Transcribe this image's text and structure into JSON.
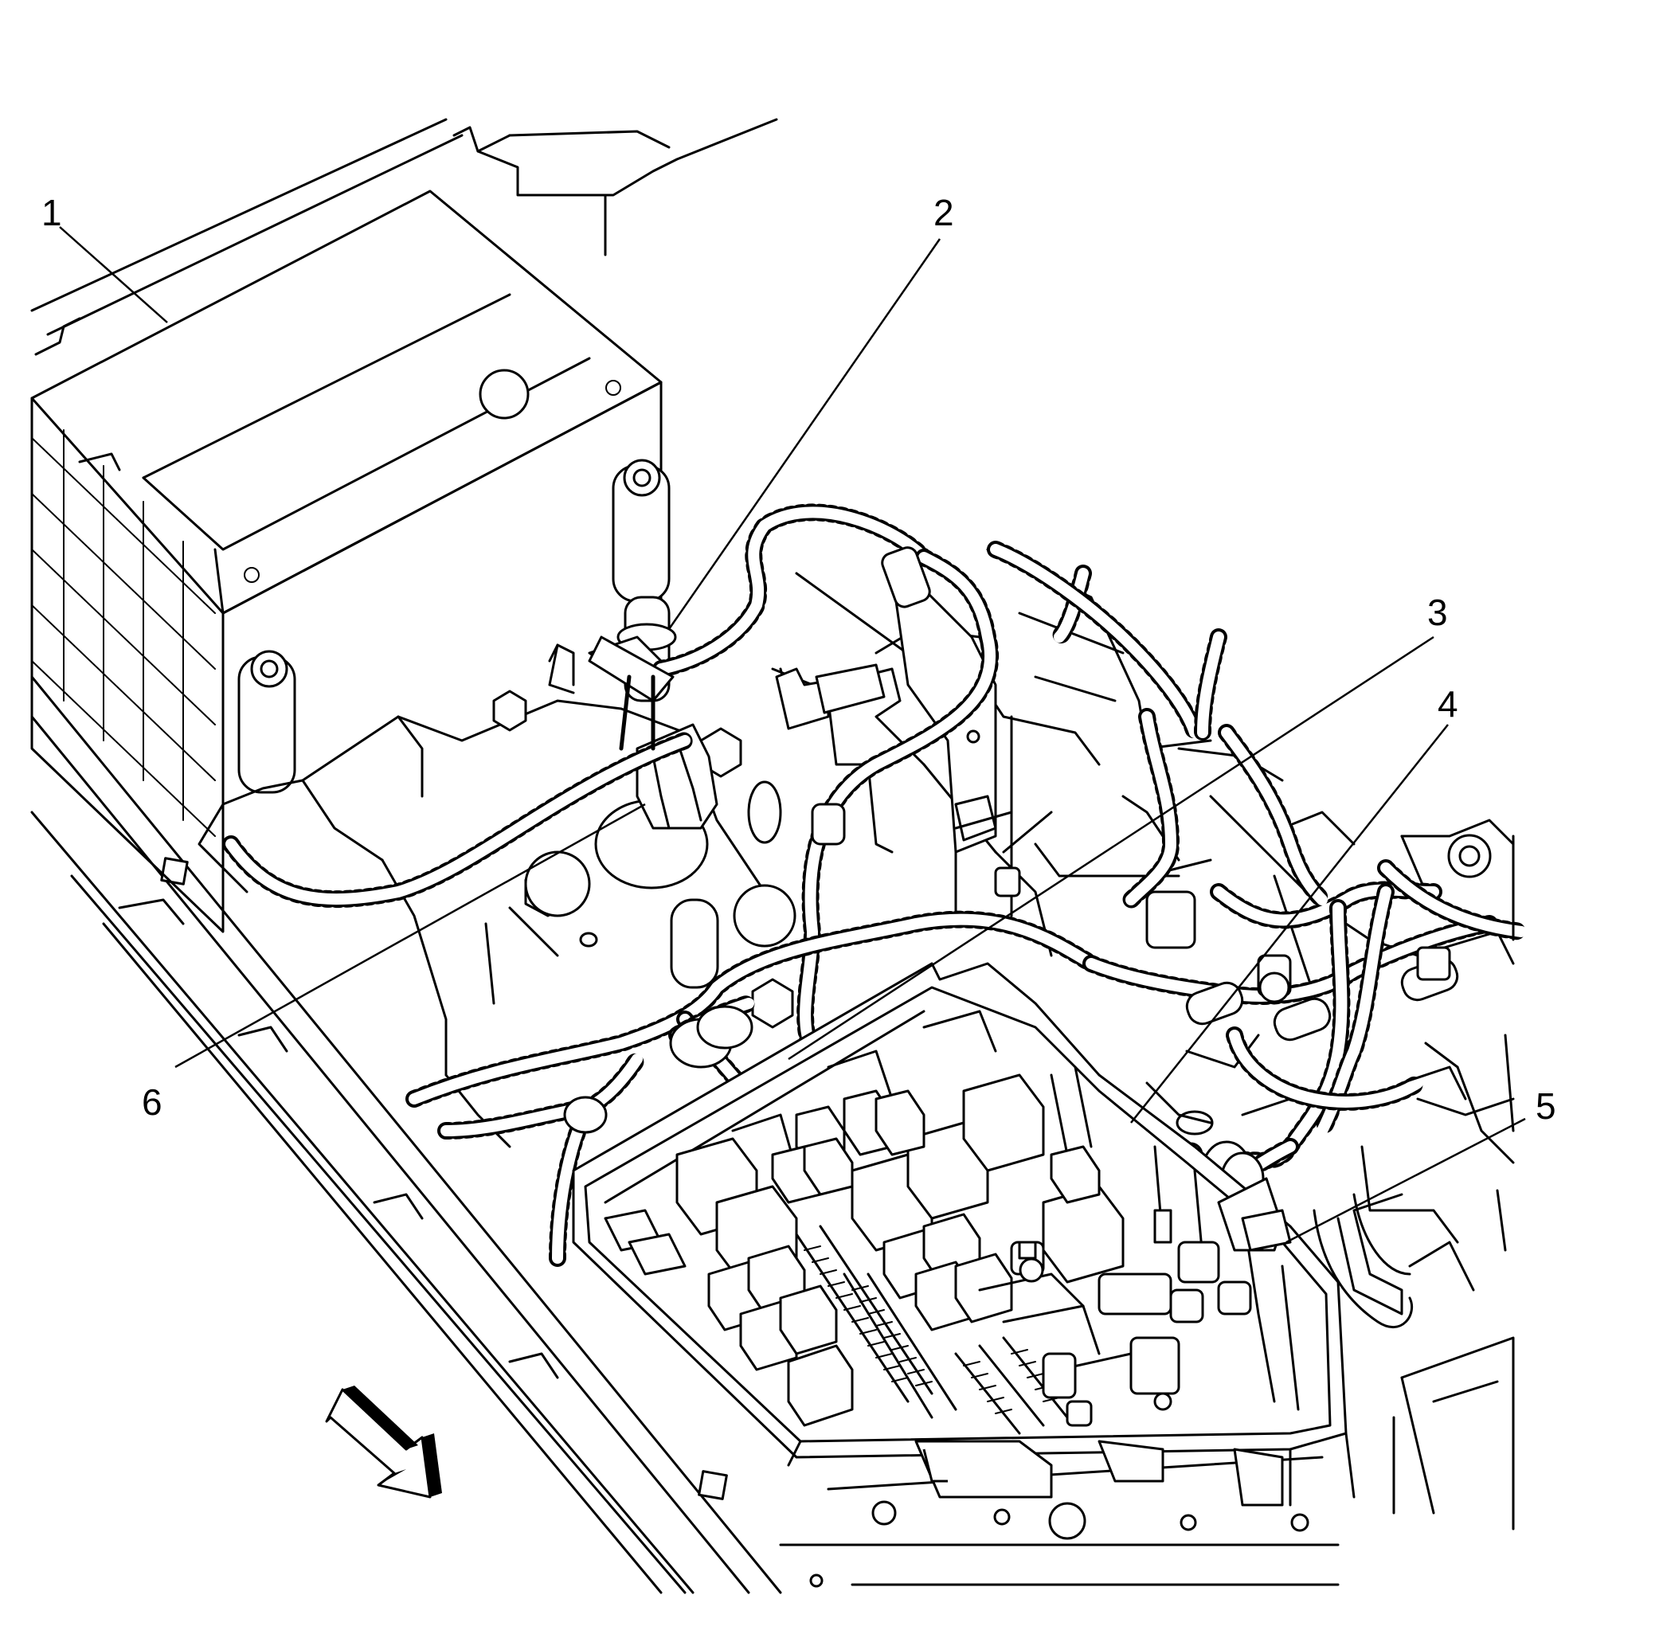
{
  "callouts": [
    {
      "id": "1",
      "label": "1"
    },
    {
      "id": "2",
      "label": "2"
    },
    {
      "id": "3",
      "label": "3"
    },
    {
      "id": "4",
      "label": "4"
    },
    {
      "id": "5",
      "label": "5"
    },
    {
      "id": "6",
      "label": "6"
    }
  ],
  "direction_arrow": {
    "icon": "direction-arrow-icon"
  }
}
